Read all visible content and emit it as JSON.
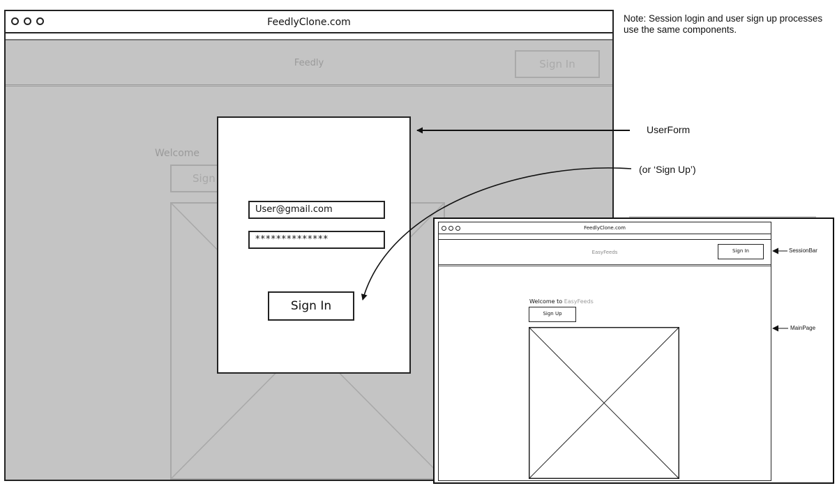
{
  "main_window": {
    "title": "FeedlyClone.com",
    "brand": "Feedly",
    "header_signin": "Sign In",
    "welcome": "Welcome",
    "signup": "Sign"
  },
  "user_form": {
    "email_value": "User@gmail.com",
    "password_value": "**************",
    "signin_label": "Sign In"
  },
  "annotations": {
    "note": "Note: Session login and user sign up processes use the same components.",
    "user_form": "UserForm",
    "sign_up_alt": "(or ‘Sign Up’)",
    "session_bar": "SessionBar",
    "main_page": "MainPage"
  },
  "inset": {
    "title": "FeedlyClone.com",
    "brand": "EasyFeeds",
    "signin": "Sign In",
    "welcome_prefix": "Welcome to",
    "welcome_brand": "EasyFeeds",
    "signup": "Sign Up"
  }
}
